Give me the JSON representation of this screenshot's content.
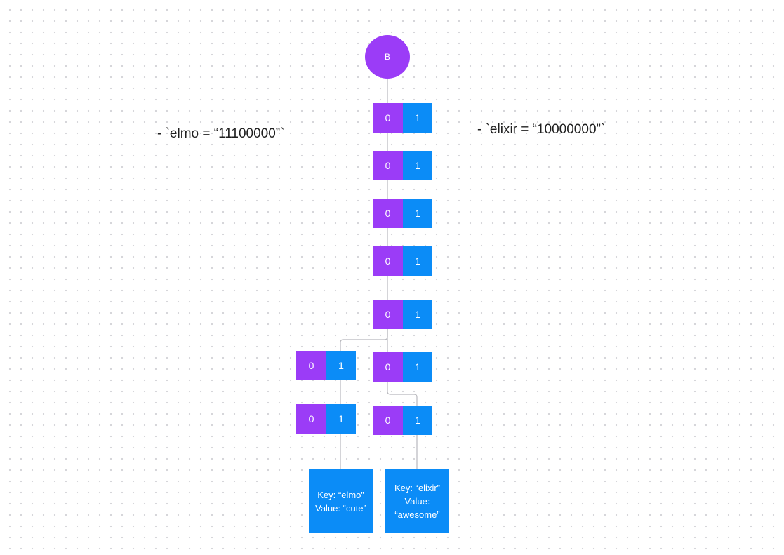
{
  "root": {
    "label": "B"
  },
  "chain_nodes": [
    {
      "zero": "0",
      "one": "1"
    },
    {
      "zero": "0",
      "one": "1"
    },
    {
      "zero": "0",
      "one": "1"
    },
    {
      "zero": "0",
      "one": "1"
    },
    {
      "zero": "0",
      "one": "1"
    }
  ],
  "left_branch": [
    {
      "zero": "0",
      "one": "1"
    },
    {
      "zero": "0",
      "one": "1"
    }
  ],
  "right_branch": [
    {
      "zero": "0",
      "one": "1"
    },
    {
      "zero": "0",
      "one": "1"
    }
  ],
  "leaves": {
    "elmo": {
      "key": "Key: “elmo”",
      "value": "Value: “cute”"
    },
    "elixir": {
      "key": "Key: “elixir”",
      "value_label": "Value:",
      "value": "“awesome”"
    }
  },
  "notes": {
    "elmo": "- `elmo = “11100000”`",
    "elixir": "- `elixir = “10000000”`"
  },
  "colors": {
    "zero_cell": "#9b3cf7",
    "one_cell": "#0b8cf7",
    "root": "#9b3cf7",
    "leaf": "#0b8cf7",
    "connector": "#b8b8bd"
  }
}
